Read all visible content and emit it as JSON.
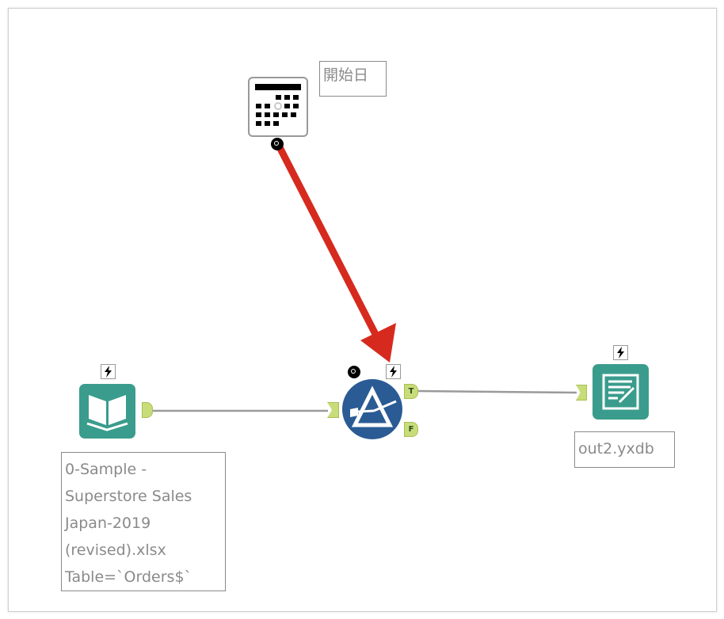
{
  "tools": {
    "date_tool": {
      "annotation": "開始日",
      "icon": "calendar-icon"
    },
    "input_tool": {
      "annotation_lines": [
        "0-Sample -",
        "Superstore Sales",
        "Japan-2019",
        "(revised).xlsx",
        "Table=`Orders$`"
      ],
      "icon": "book-icon"
    },
    "filter_tool": {
      "true_anchor": "T",
      "false_anchor": "F",
      "icon": "filter-prism-icon"
    },
    "output_tool": {
      "annotation": "out2.yxdb",
      "icon": "output-file-icon"
    }
  },
  "colors": {
    "tool_teal": "#3a9c8c",
    "filter_blue": "#2a5b94",
    "anchor_green": "#c8dc7a",
    "arrow_red": "#d62a1e"
  }
}
